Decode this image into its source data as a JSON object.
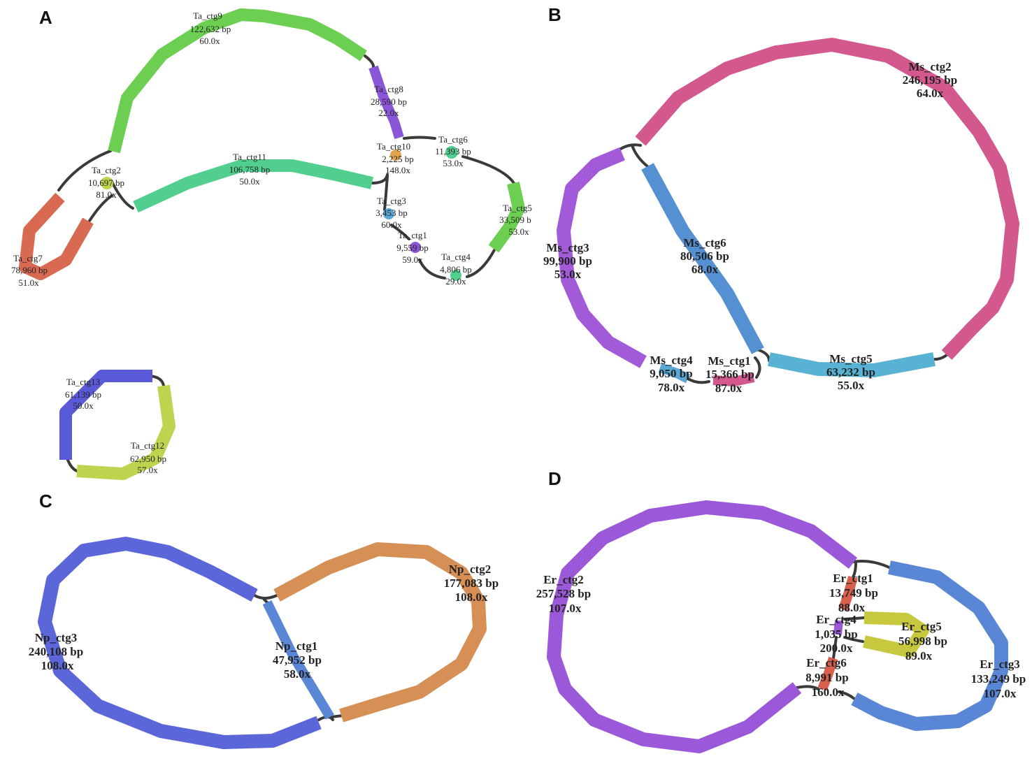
{
  "colors": {
    "green": "#6ccf52",
    "purple": "#8a55d6",
    "teal": "#52cf8f",
    "salmon": "#d96a52",
    "yellowgreen": "#bcd44e",
    "orange": "#e0a24a",
    "lightblue": "#5aa8d6",
    "indigo": "#5a5ad8",
    "pink": "#d2588e",
    "violet": "#a25ad8",
    "steel": "#5590d2",
    "cyan": "#58b2d4",
    "brown": "#d68f55",
    "blue": "#5b67d8",
    "mediumpurple": "#9b59d9",
    "blue2": "#5a86d6",
    "red": "#d9604f",
    "yellow": "#c8c83e",
    "link": "#3a3a3a"
  },
  "panels": [
    {
      "letter": "A",
      "contigs": [
        {
          "name": "Ta_ctg9",
          "length": "122,632 bp",
          "coverage": "60.0x"
        },
        {
          "name": "Ta_ctg8",
          "length": "28,590 bp",
          "coverage": "22.0x"
        },
        {
          "name": "Ta_ctg6",
          "length": "11,393 bp",
          "coverage": "53.0x"
        },
        {
          "name": "Ta_ctg10",
          "length": "2,225 bp",
          "coverage": "148.0x"
        },
        {
          "name": "Ta_ctg11",
          "length": "106,758 bp",
          "coverage": "50.0x"
        },
        {
          "name": "Ta_ctg2",
          "length": "10,697 bp",
          "coverage": "81.0x"
        },
        {
          "name": "Ta_ctg3",
          "length": "3,453 bp",
          "coverage": "60.0x"
        },
        {
          "name": "Ta_ctg5",
          "length": "33,509 b",
          "coverage": "53.0x"
        },
        {
          "name": "Ta_ctg1",
          "length": "9,559 bp",
          "coverage": "59.0x"
        },
        {
          "name": "Ta_ctg7",
          "length": "78,960 bp",
          "coverage": "51.0x"
        },
        {
          "name": "Ta_ctg4",
          "length": "4,806 bp",
          "coverage": "29.0x"
        },
        {
          "name": "Ta_ctg13",
          "length": "61,139 bp",
          "coverage": "50.0x"
        },
        {
          "name": "Ta_ctg12",
          "length": "62,950 bp",
          "coverage": "57.0x"
        }
      ]
    },
    {
      "letter": "B",
      "contigs": [
        {
          "name": "Ms_ctg2",
          "length": "246,195 bp",
          "coverage": "64.0x"
        },
        {
          "name": "Ms_ctg6",
          "length": "80,506 bp",
          "coverage": "68.0x"
        },
        {
          "name": "Ms_ctg3",
          "length": "99,900 bp",
          "coverage": "53.0x"
        },
        {
          "name": "Ms_ctg4",
          "length": "9,050 bp",
          "coverage": "78.0x"
        },
        {
          "name": "Ms_ctg1",
          "length": "15,366 bp",
          "coverage": "87.0x"
        },
        {
          "name": "Ms_ctg5",
          "length": "63,232 bp",
          "coverage": "55.0x"
        }
      ]
    },
    {
      "letter": "C",
      "contigs": [
        {
          "name": "Np_ctg2",
          "length": "177,083 bp",
          "coverage": "108.0x"
        },
        {
          "name": "Np_ctg3",
          "length": "240,108 bp",
          "coverage": "108.0x"
        },
        {
          "name": "Np_ctg1",
          "length": "47,952 bp",
          "coverage": "58.0x"
        }
      ]
    },
    {
      "letter": "D",
      "contigs": [
        {
          "name": "Er_ctg2",
          "length": "257,528 bp",
          "coverage": "107.0x"
        },
        {
          "name": "Er_ctg1",
          "length": "13,749 bp",
          "coverage": "88.0x"
        },
        {
          "name": "Er_ctg4",
          "length": "1,035 bp",
          "coverage": "200.0x"
        },
        {
          "name": "Er_ctg5",
          "length": "56,998 bp",
          "coverage": "89.0x"
        },
        {
          "name": "Er_ctg6",
          "length": "8,991 bp",
          "coverage": "160.0x"
        },
        {
          "name": "Er_ctg3",
          "length": "133,249 bp",
          "coverage": "107.0x"
        }
      ]
    }
  ]
}
